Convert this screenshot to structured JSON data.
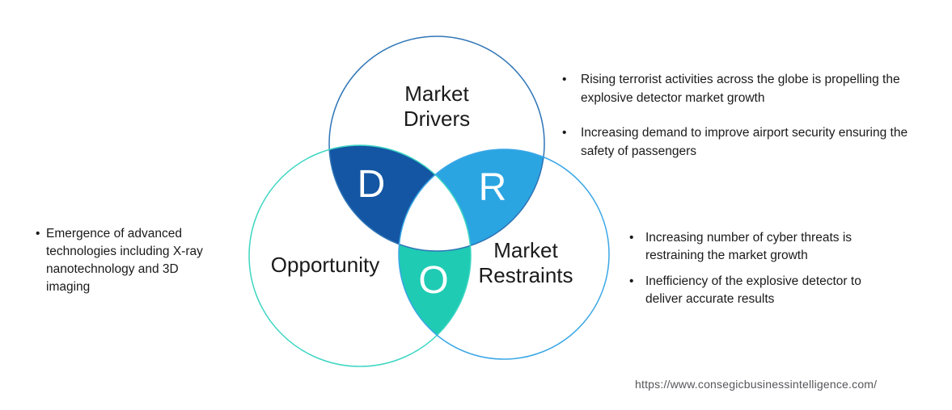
{
  "diagram": {
    "title_hint": "DRO venn diagram of explosive detector market",
    "circles": [
      {
        "id": "drivers",
        "label": "Market Drivers",
        "letter": "D",
        "fill": "#1456A4",
        "stroke": "#2E74B6"
      },
      {
        "id": "opportunity",
        "label": "Opportunity",
        "letter": "O",
        "fill": "#1FCBB3",
        "stroke": "#3ED6C3"
      },
      {
        "id": "restraints",
        "label": "Market Restraints",
        "letter": "R",
        "fill": "#2AA5E2",
        "stroke": "#3BA7E6"
      }
    ],
    "triple_overlap_fill": "#ffffff",
    "bullet_char": "•"
  },
  "annotations": {
    "drivers_bullets": [
      "Rising terrorist activities across the globe is propelling the explosive detector market growth",
      "Increasing demand to improve airport security ensuring the safety of passengers"
    ],
    "restraints_bullets": [
      "Increasing number of cyber threats is restraining the market growth",
      "Inefficiency of the explosive detector to deliver accurate results"
    ],
    "opportunity_bullets": [
      "Emergence of advanced technologies including X-ray nanotechnology and 3D imaging"
    ]
  },
  "footer": {
    "source_url": "https://www.consegicbusinessintelligence.com/"
  }
}
